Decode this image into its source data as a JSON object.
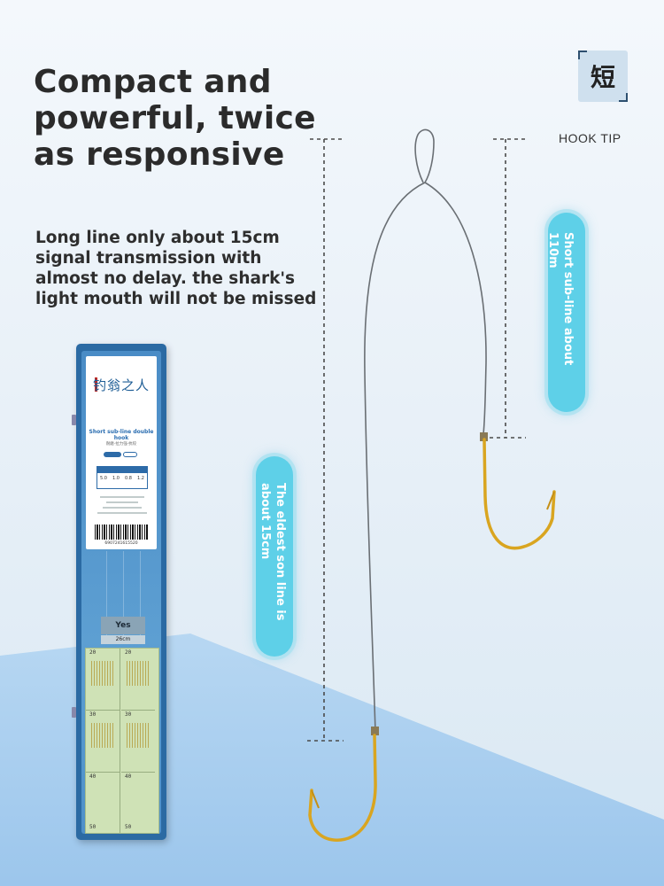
{
  "headline": "Compact and powerful, twice as responsive",
  "description": "Long line only about 15cm signal transmission with almost no delay. the shark's light mouth will not be missed",
  "seal_char": "短",
  "hook_tip_label": "HOOK TIP",
  "short_line_label": "Short sub-line about 110m",
  "long_line_label": "The eldest son line is about 15cm",
  "package": {
    "brand": "钓翁之人",
    "title": "Short sub-line double hook",
    "subtitle": "耐磨·拉力强·抗咬",
    "spec_values": [
      "5.0",
      "1.0",
      "0.8",
      "1.2"
    ],
    "barcode_number": "6907241615520",
    "tag_yes": "Yes",
    "tag_length": "26cm",
    "tray_numbers_left": [
      "20",
      "30",
      "40",
      "50"
    ],
    "tray_numbers_right": [
      "20",
      "30",
      "40",
      "50"
    ]
  },
  "colors": {
    "pill": "#5ed0e8",
    "box": "#2b6aa3",
    "hook": "#d9a520",
    "line": "#6a6f74"
  }
}
